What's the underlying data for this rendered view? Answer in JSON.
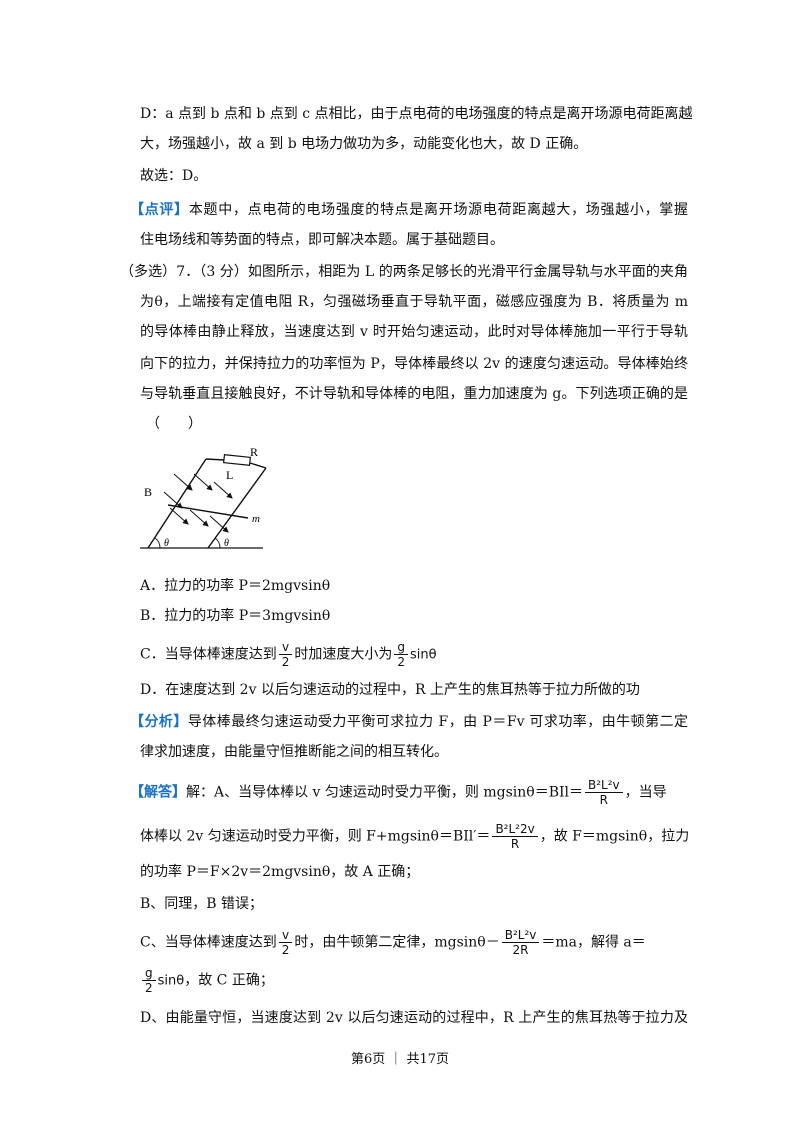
{
  "lines": {
    "l1": "D：a 点到 b 点和 b 点到 c 点相比，由于点电荷的电场强度的特点是离开场源电荷距离越",
    "l2": "大，场强越小，故 a 到 b 电场力做功为多，动能变化也大，故 D 正确。",
    "l3": "故选：D。",
    "l4_tag": "【点评】",
    "l4": "本题中，点电荷的电场强度的特点是离开场源电荷距离越大，场强越小，掌握",
    "l5": "住电场线和等势面的特点，即可解决本题。属于基础题目。",
    "q1": "（多选）7．（3 分）如图所示，相距为 L 的两条足够长的光滑平行金属导轨与水平面的夹角",
    "q2": "为θ，上端接有定值电阻 R，匀强磁场垂直于导轨平面，磁感应强度为 B．将质量为 m",
    "q3": "的导体棒由静止释放，当速度达到 v 时开始匀速运动，此时对导体棒施加一平行于导轨",
    "q4": "向下的拉力，并保持拉力的功率恒为 P，导体棒最终以 2v 的速度匀速运动。导体棒始终",
    "q5": "与导轨垂直且接触良好，不计导轨和导体棒的电阻，重力加速度为 g。下列选项正确的是",
    "q6": "（　　）",
    "optA": "A．拉力的功率 P＝2mgvsinθ",
    "optB": "B．拉力的功率 P＝3mgvsinθ",
    "optC_pre": "C．当导体棒速度达到",
    "optC_mid": "时加速度大小为",
    "optD": "D．在速度达到 2v 以后匀速运动的过程中，R 上产生的焦耳热等于拉力所做的功",
    "an_tag": "【分析】",
    "an1": "导体棒最终匀速运动受力平衡可求拉力 F，由 P＝Fv 可求功率，由牛顿第二定",
    "an2": "律求加速度，由能量守恒推断能之间的相互转化。",
    "so_tag": "【解答】",
    "so1_pre": "解：A、当导体棒以 v 匀速运动时受力平衡，则 mgsinθ＝BIl＝",
    "so1_post": "，当导",
    "so2_pre": "体棒以 2v 匀速运动时受力平衡，则 F+mgsinθ＝BIl′＝",
    "so2_post": "，故 F＝mgsinθ，拉力",
    "so3": "的功率 P＝F×2v＝2mgvsinθ，故 A 正确；",
    "so4": "B、同理，B 错误；",
    "so5_pre": "C、当导体棒速度达到",
    "so5_mid": "时，由牛顿第二定律，mgsinθ－",
    "so5_post": "＝ma，解得 a＝",
    "so6_post": "，故 C 正确；",
    "so7": "D、由能量守恒，当速度达到 2v 以后匀速运动的过程中，R 上产生的焦耳热等于拉力及"
  },
  "math": {
    "v": "v",
    "two": "2",
    "g": "g",
    "sin": "sinθ",
    "B2L2v": "B²L²v",
    "R": "R",
    "B2L22v": "B²L²2v",
    "twoR": "2R"
  },
  "figure": {
    "R": "R",
    "L": "L",
    "B": "B",
    "m": "m",
    "theta": "θ"
  },
  "footer": "第6页 ｜ 共17页"
}
